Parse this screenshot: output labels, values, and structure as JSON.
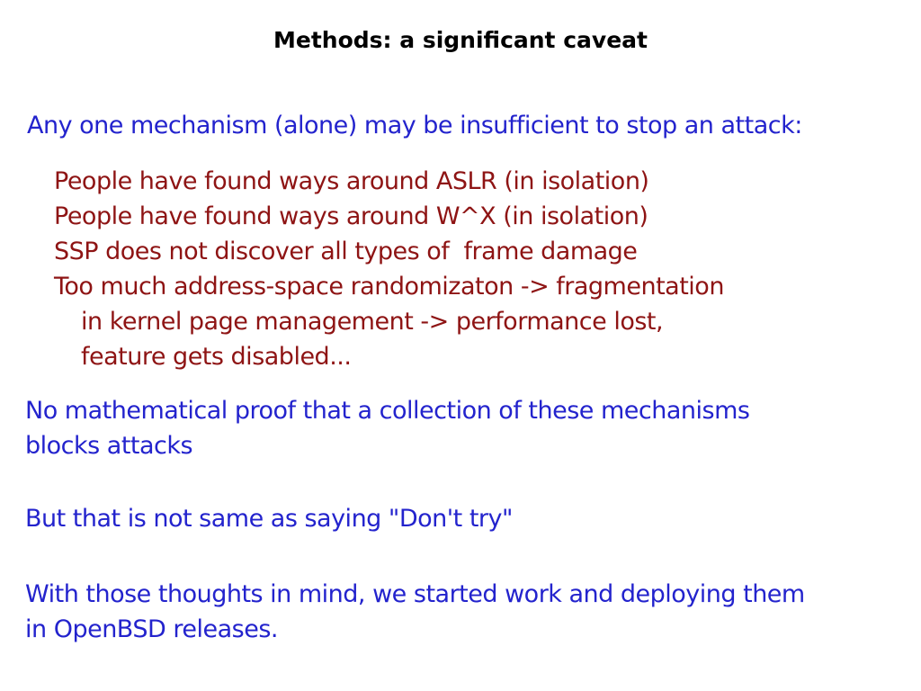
{
  "slide": {
    "title": "Methods: a significant caveat",
    "intro": "Any one mechanism (alone) may be insufficient to stop an attack:",
    "points": [
      {
        "text": "People have found ways around ASLR (in isolation)",
        "indent": 1
      },
      {
        "text": "People have found ways around W^X (in isolation)",
        "indent": 1
      },
      {
        "text": "SSP does not discover all types of  frame damage",
        "indent": 1
      },
      {
        "text": "Too much address-space randomizaton -> fragmentation",
        "indent": 1
      },
      {
        "text": "in kernel page management -> performance lost,",
        "indent": 2
      },
      {
        "text": "feature gets disabled...",
        "indent": 2
      }
    ],
    "paragraphs": [
      "No mathematical proof that a collection of these mechanisms\nblocks attacks",
      "But that is not same as saying \"Don't try\"",
      "With those thoughts in mind, we started work and deploying them\nin OpenBSD releases."
    ],
    "colors": {
      "background": "#ffffff",
      "title_text": "#000000",
      "body_blue": "#2323cd",
      "body_dark_red": "#8e1414"
    }
  }
}
